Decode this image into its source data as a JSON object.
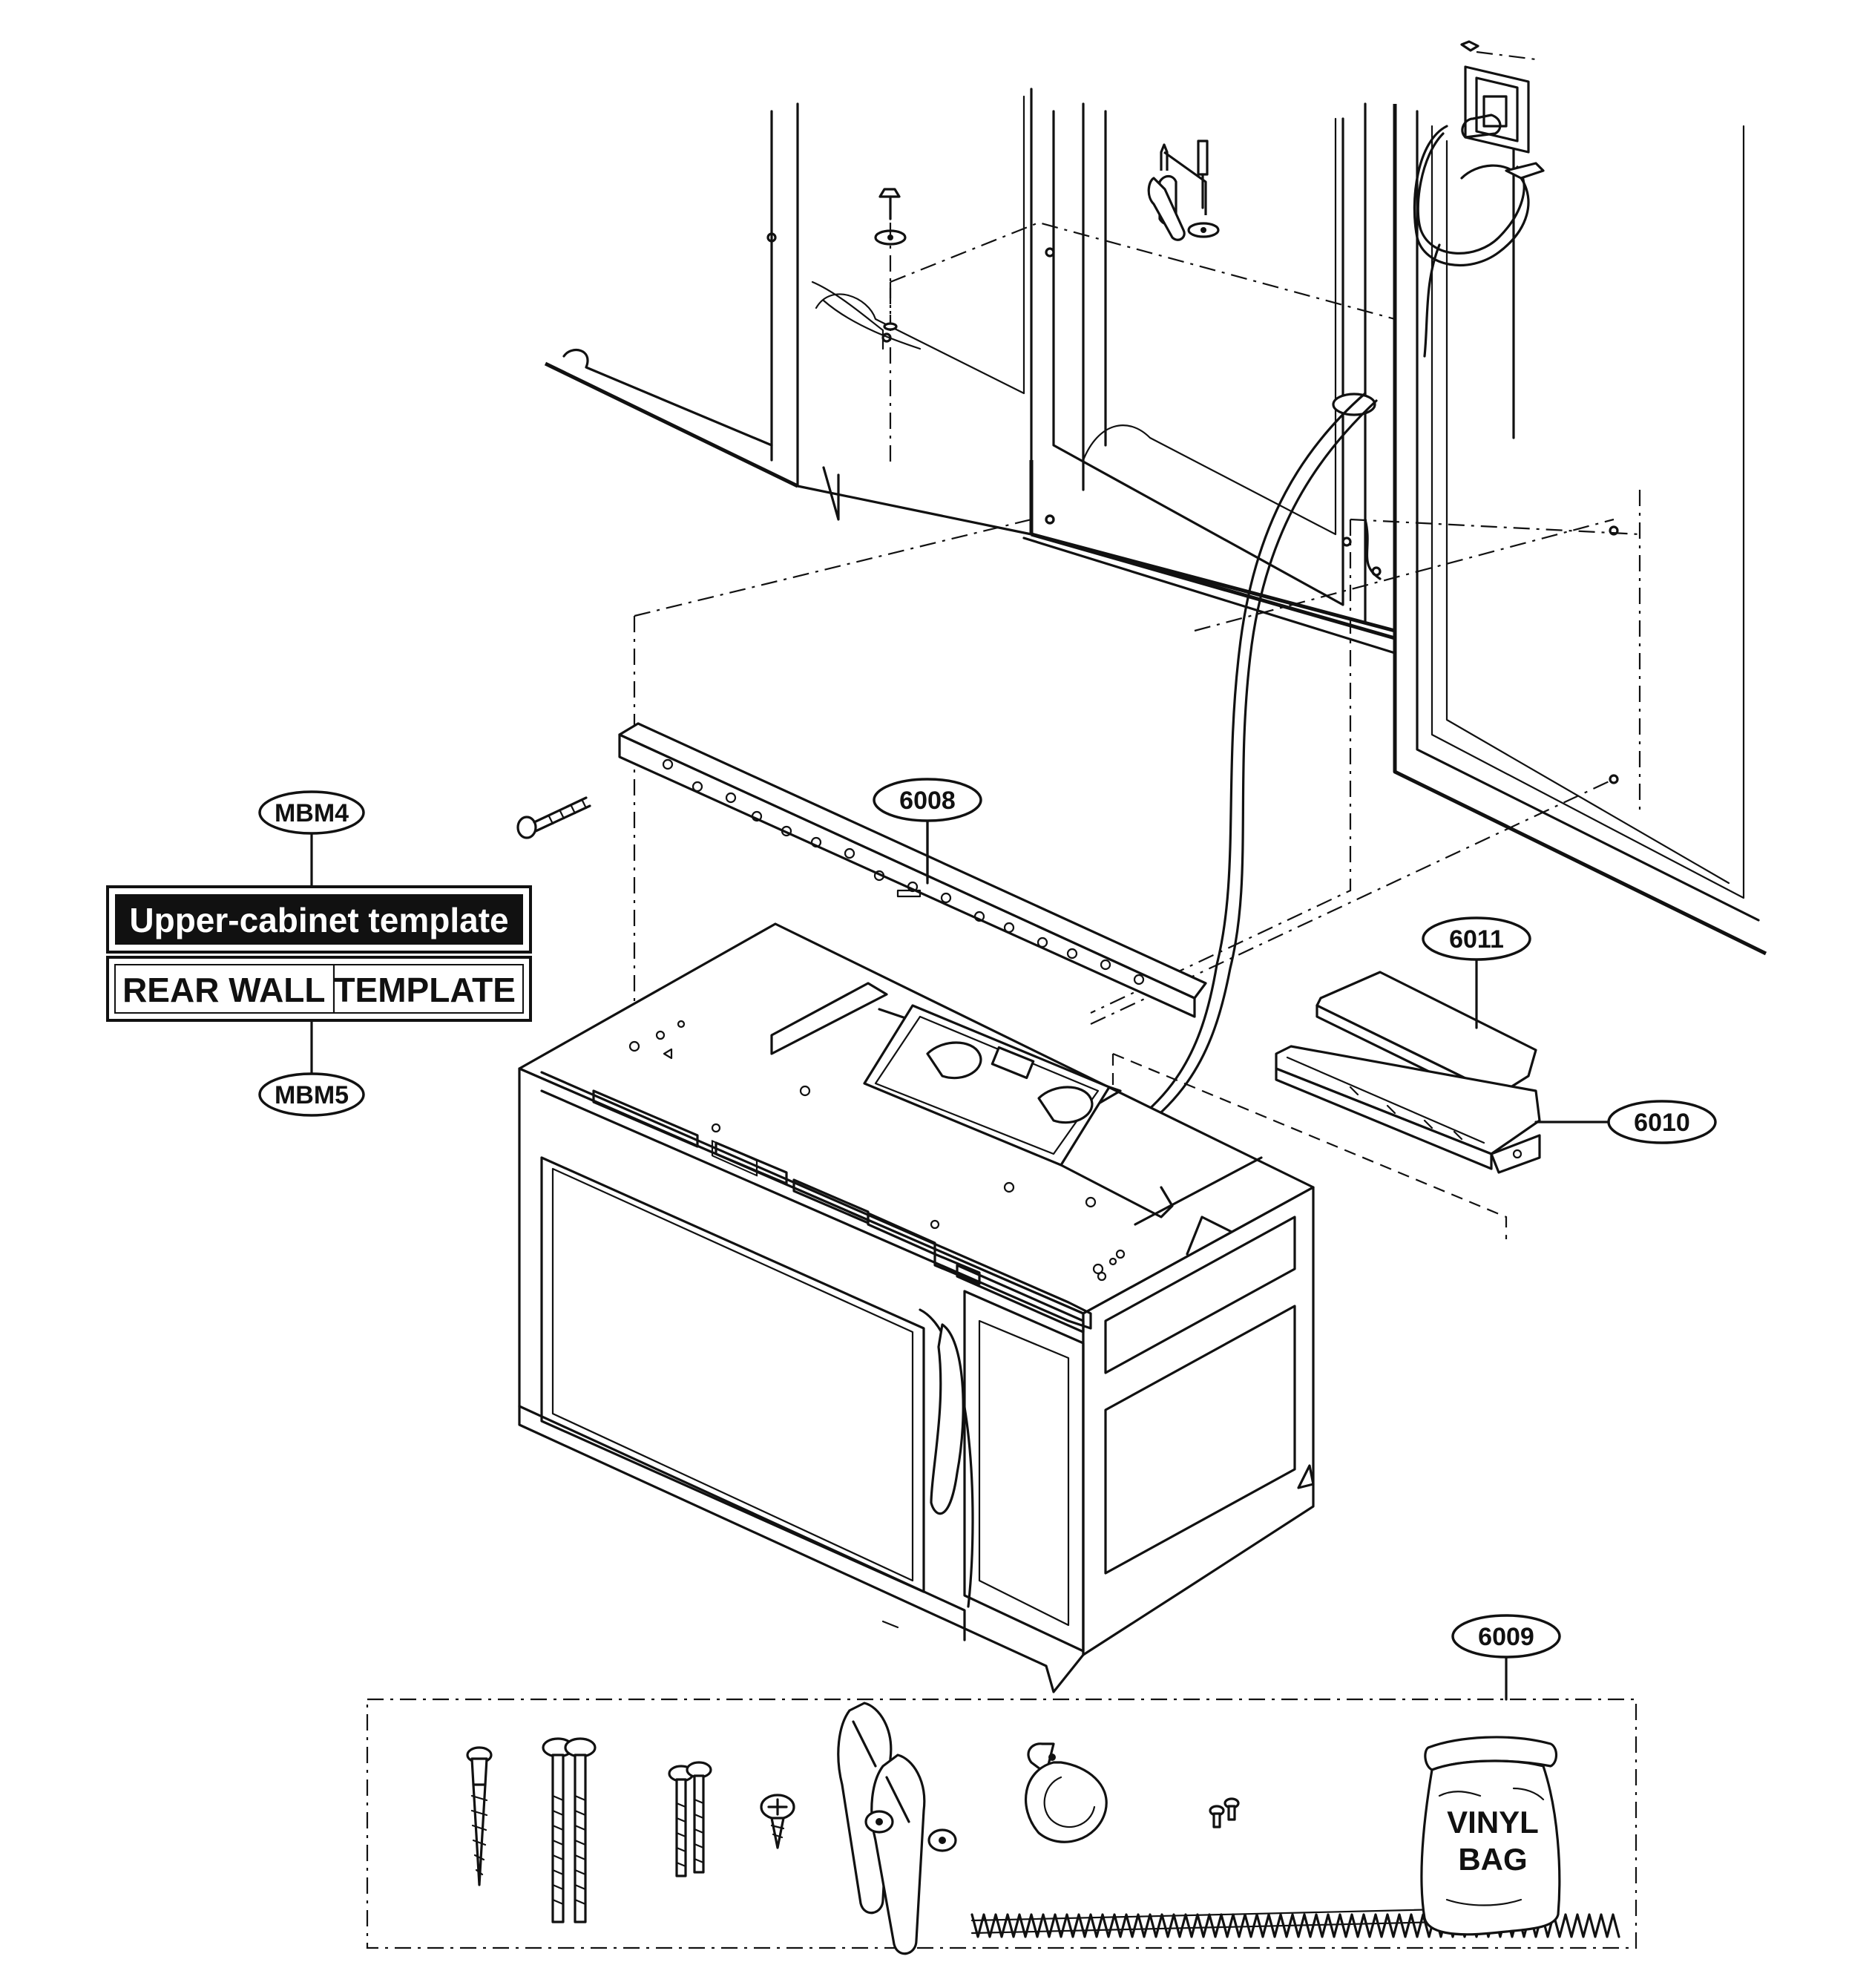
{
  "callouts": {
    "c6008": "6008",
    "c6009": "6009",
    "c6010": "6010",
    "c6011": "6011",
    "mbm4": "MBM4",
    "mbm5": "MBM5"
  },
  "templates": {
    "upper_cabinet": "Upper-cabinet template",
    "rear_wall": "REAR WALL TEMPLATE"
  },
  "vinyl_bag": {
    "line1": "VINYL",
    "line2": "BAG"
  },
  "icons": [
    "screw-icon",
    "bolt-icon",
    "toggle-bolt-icon",
    "wire-clip-icon",
    "spring-icon",
    "power-outlet-icon",
    "vinyl-bag-icon"
  ],
  "colors": {
    "ink": "#111111",
    "paper": "#ffffff"
  }
}
